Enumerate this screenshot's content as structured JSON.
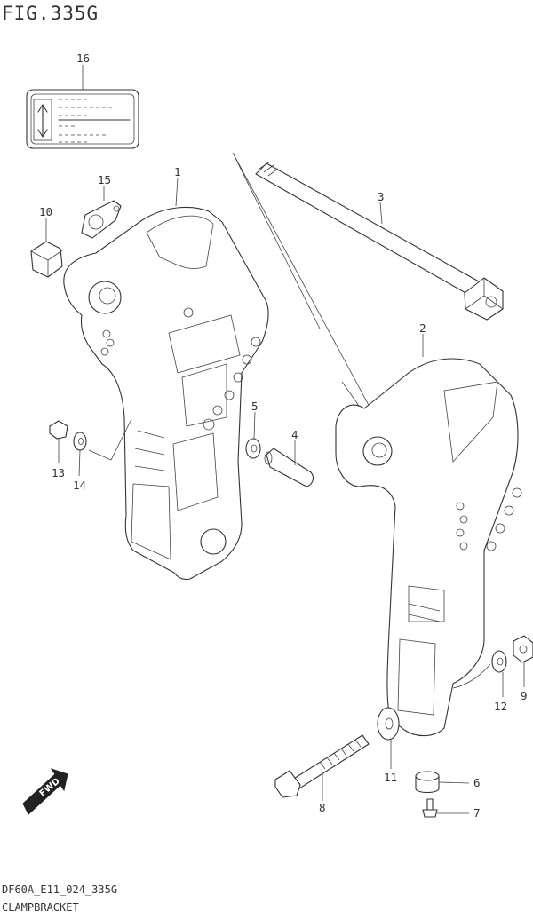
{
  "figure": {
    "title": "FIG.335G",
    "drawing_code": "DF60A_E11_024_335G",
    "name": "CLAMPBRACKET"
  },
  "callouts": [
    "1",
    "2",
    "3",
    "4",
    "5",
    "6",
    "7",
    "8",
    "9",
    "10",
    "11",
    "12",
    "13",
    "14",
    "15",
    "16"
  ],
  "badge": {
    "label": "FWD"
  }
}
